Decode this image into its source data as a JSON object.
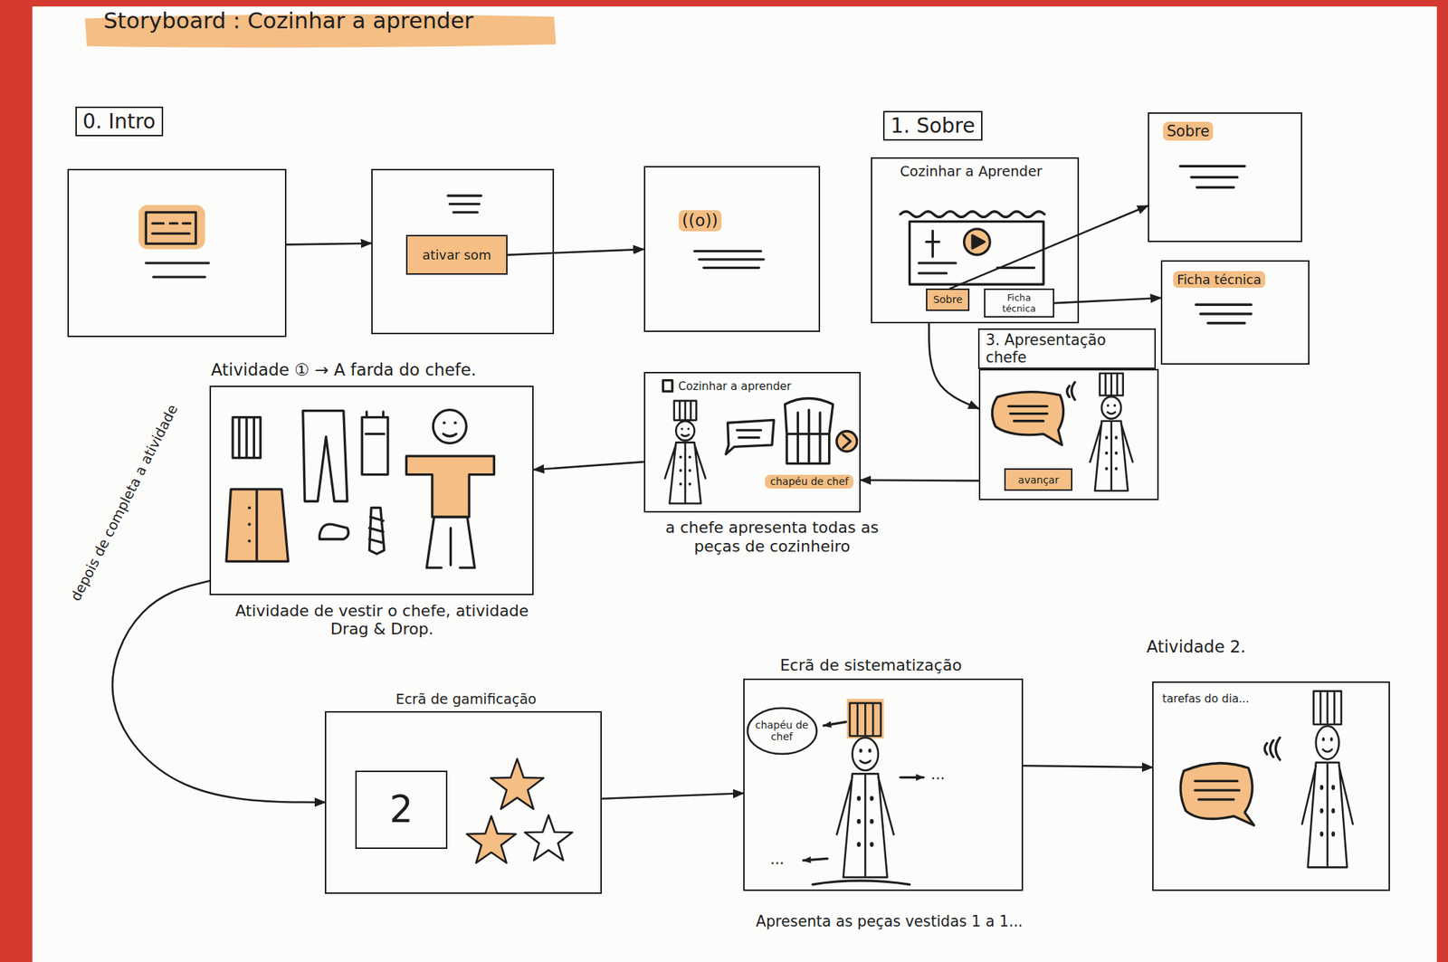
{
  "diagram": {
    "title": "Storyboard : Cozinhar a aprender",
    "nodes": [
      {
        "text": [
          "0. Intro"
        ]
      },
      {
        "text": []
      },
      {
        "text": [
          "ativar som"
        ],
        "in": 1
      },
      {
        "text": [
          "((o))"
        ]
      },
      {
        "text": [
          "1. Sobre",
          "Cozinhar a Aprender"
        ]
      },
      {
        "text": [
          "Sobre"
        ],
        "in": 4
      },
      {
        "text": [
          "Ficha técnica"
        ],
        "in": 4
      },
      {
        "text": [
          "Sobre"
        ]
      },
      {
        "text": [
          "Ficha técnica"
        ]
      },
      {
        "text": [
          "3. Apresentação chefe"
        ]
      },
      {
        "text": [
          "avançar"
        ],
        "in": 9
      },
      {
        "text": [
          "Cozinhar a aprender",
          "chapéu de chef",
          "a chefe apresenta todas as peças de cozinheiro"
        ]
      },
      {
        "text": [
          "Atividade ① → A farda do chefe.",
          "Atividade de vestir o chefe, atividade Drag & Drop."
        ]
      },
      {
        "text": [
          "Ecrã de gamificação"
        ]
      },
      {
        "text": [
          "2"
        ],
        "in": 13
      },
      {
        "text": [
          "Ecrã de sistematização",
          "Apresenta as peças vestidas 1 a 1..."
        ]
      },
      {
        "text": [
          "chapéu de chef"
        ],
        "in": 15
      },
      {
        "text": [
          "Atividade 2.",
          "tarefas do dia..."
        ]
      }
    ],
    "edges": [
      {
        "from": 0,
        "to": 1,
        "arrow": "to"
      },
      {
        "from": 2,
        "to": 3,
        "arrow": "to"
      },
      {
        "from": 5,
        "to": 7,
        "arrow": "to"
      },
      {
        "from": 6,
        "to": 8,
        "arrow": "to"
      },
      {
        "from": 4,
        "to": 9,
        "arrow": "to"
      },
      {
        "from": 9,
        "to": 11,
        "arrow": "to"
      },
      {
        "from": 11,
        "to": 12,
        "arrow": "to"
      },
      {
        "from": 12,
        "to": 13,
        "label": "depois de completa a atividade",
        "arrow": "to"
      },
      {
        "from": 13,
        "to": 15,
        "arrow": "to"
      },
      {
        "from": 15,
        "to": 17,
        "arrow": "to"
      }
    ],
    "labels": [
      "...",
      "..."
    ]
  }
}
